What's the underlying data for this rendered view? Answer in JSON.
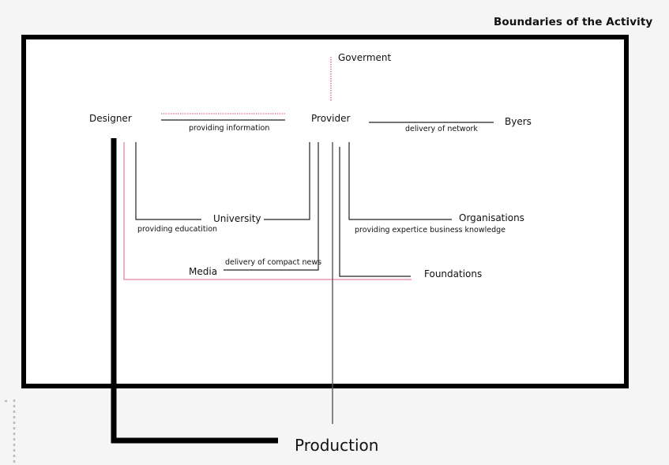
{
  "heading": "Boundaries of the Activity",
  "nodes": {
    "government": "Goverment",
    "designer": "Designer",
    "provider": "Provider",
    "buyers": "Byers",
    "university": "University",
    "organisations": "Organisations",
    "media": "Media",
    "foundations": "Foundations",
    "production": "Production"
  },
  "edge_labels": {
    "providing_information": "providing information",
    "delivery_of_network": "delivery of network",
    "providing_education": "providing educatition",
    "providing_expertise": "providing expertice business knowledge",
    "delivery_of_compact_news": "delivery of compact news"
  },
  "colors": {
    "page_background": "#f5f5f5",
    "boundary_fill": "#ffffff",
    "line": "#000000",
    "thin_line": "#222222",
    "accent_pink": "#e0609a",
    "dotted_gray": "#bbbbbb"
  }
}
